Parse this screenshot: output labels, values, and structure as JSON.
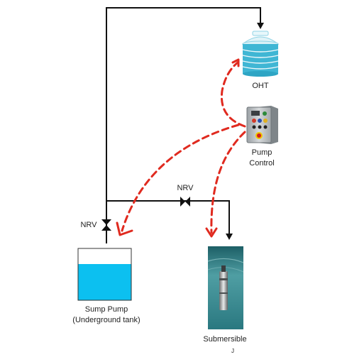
{
  "labels": {
    "oht": "OHT",
    "pump_control_line1": "Pump",
    "pump_control_line2": "Control",
    "nrv_left": "NRV",
    "nrv_right": "NRV",
    "sump_line1": "Sump Pump",
    "sump_line2": "(Underground tank)",
    "submersible": "Submersible",
    "submersible_mark": "J"
  },
  "colors": {
    "pipe": "#111111",
    "control_signal": "#e02a1f",
    "sump_water": "#0cc0f0",
    "oht_tank": "#3fb6d4",
    "submersible_bg": "#2e7f86"
  },
  "icons": {
    "oht": "water-tank-icon",
    "pump_control": "control-panel-icon",
    "submersible": "submersible-pump-icon",
    "nrv": "non-return-valve-icon"
  }
}
